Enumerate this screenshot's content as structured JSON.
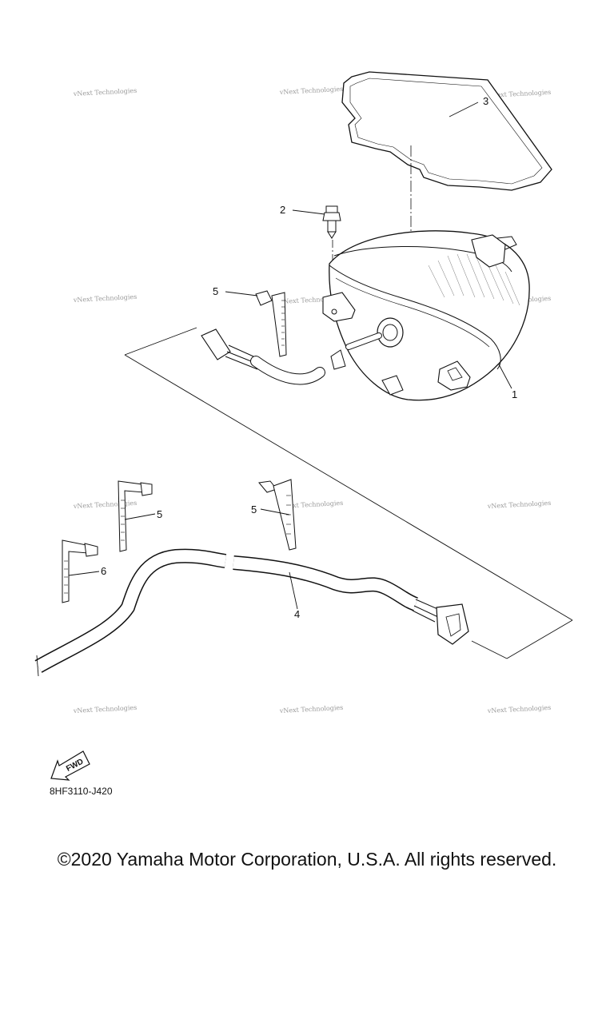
{
  "watermark": {
    "text": "vNext Technologies"
  },
  "callouts": [
    {
      "id": "1",
      "label": "1"
    },
    {
      "id": "2",
      "label": "2"
    },
    {
      "id": "3",
      "label": "3"
    },
    {
      "id": "4",
      "label": "4"
    },
    {
      "id": "5a",
      "label": "5"
    },
    {
      "id": "5b",
      "label": "5"
    },
    {
      "id": "5c",
      "label": "5"
    },
    {
      "id": "6",
      "label": "6"
    }
  ],
  "forward_indicator": {
    "label": "FWD"
  },
  "part_code": "8HF3110-J420",
  "copyright": "©2020 Yamaha Motor Corporation, U.S.A. All rights reserved."
}
